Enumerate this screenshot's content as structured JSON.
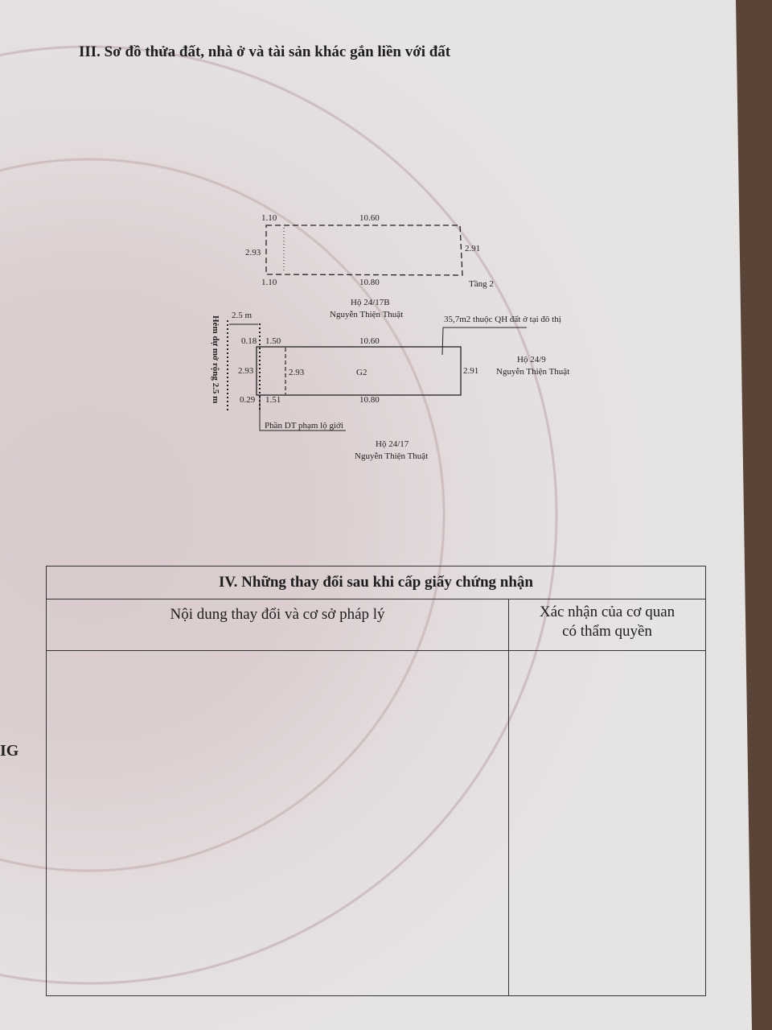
{
  "section3_title": "III. Sơ đồ thửa đất, nhà ở và tài sản khác gắn liền với đất",
  "diagram": {
    "floor2": {
      "top_left": "1.10",
      "top": "10.60",
      "left": "2.93",
      "right": "2.91",
      "bottom_left": "1.10",
      "bottom": "10.80",
      "label": "Tầng 2"
    },
    "north_neighbor": {
      "line1": "Hộ 24/17B",
      "line2": "Nguyễn Thiện Thuật"
    },
    "alley_width": "2.5 m",
    "alley_label": "Hẻm dự mở rộng 2.5 m",
    "planning_note": "35,7m2 thuộc QH đất ở tại đô thị",
    "ground": {
      "top_small": "0.18",
      "top_left": "1.50",
      "top": "10.60",
      "left": "2.93",
      "inner": "2.93",
      "id": "G2",
      "right": "2.91",
      "bottom_small": "0.29",
      "bottom_left": "1.51",
      "bottom": "10.80"
    },
    "east_neighbor": {
      "line1": "Hộ 24/9",
      "line2": "Nguyễn Thiện Thuật"
    },
    "encroach_note": "Phần DT phạm lộ giới",
    "south_neighbor": {
      "line1": "Hộ 24/17",
      "line2": "Nguyễn Thiện Thuật"
    }
  },
  "section4": {
    "title": "IV. Những thay đổi sau khi cấp giấy chứng nhận",
    "col1": "Nội dung thay đổi và cơ sở pháp lý",
    "col2_line1": "Xác nhận của cơ quan",
    "col2_line2": "có thẩm quyền"
  },
  "side_fragment": "IG"
}
